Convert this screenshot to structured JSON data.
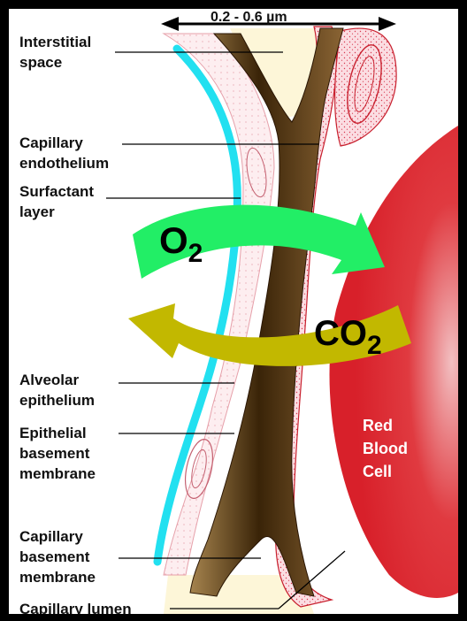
{
  "scale_label": "0.2 - 0.6 µm",
  "labels": {
    "interstitial_space": "Interstitial\nspace",
    "capillary_endothelium": "Capillary\nendothelium",
    "surfactant_layer": "Surfactant\nlayer",
    "alveolar_epithelium": "Alveolar\nepithelium",
    "epithelial_basement_membrane": "Epithelial\nbasement\nmembrane",
    "capillary_basement_membrane": "Capillary\nbasement\nmembrane",
    "capillary_lumen": "Capillary lumen",
    "red_blood_cell": "Red\nBlood\nCell"
  },
  "gases": {
    "oxygen": {
      "symbol": "O",
      "subscript": "2"
    },
    "carbon_dioxide": {
      "symbol": "CO",
      "subscript": "2"
    }
  },
  "colors": {
    "oxygen_arrow": "#22ee66",
    "co2_arrow": "#c2b800",
    "surfactant": "#22e0f0",
    "red_blood_cell": "#e2262e",
    "membrane_core": "#5a3a14"
  }
}
